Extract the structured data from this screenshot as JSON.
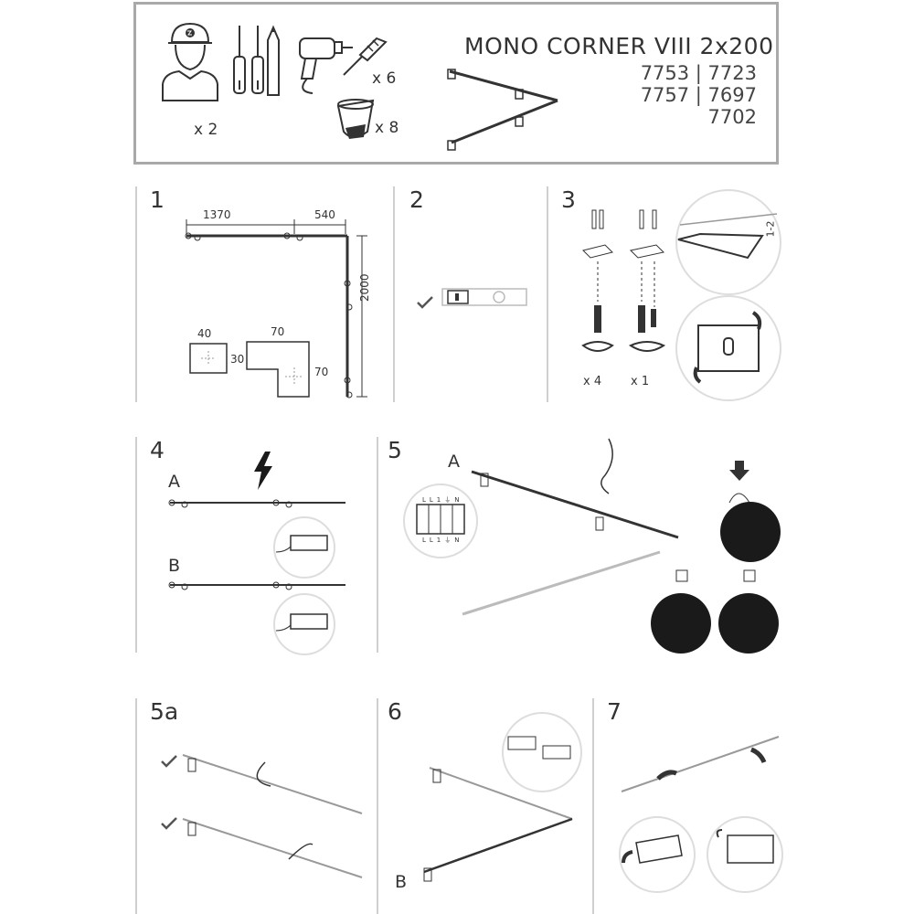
{
  "header": {
    "product_title": "MONO CORNER VIII 2x200",
    "product_codes": [
      "7753 | 7723",
      "7757 | 7697",
      "7702"
    ],
    "installer_count": "x 2",
    "wall_plug_count": "x 6",
    "bulb_count": "x 8"
  },
  "steps": {
    "s1": {
      "label": "1",
      "dim_a": "1370",
      "dim_b": "540",
      "dim_height": "2000",
      "detail_w1": "40",
      "detail_h1": "30",
      "detail_w2": "70",
      "detail_h2": "70"
    },
    "s2": {
      "label": "2"
    },
    "s3": {
      "label": "3",
      "count_a": "x 4",
      "count_b": "x 1",
      "gap_label": "1-2"
    },
    "s4": {
      "label": "4",
      "variant_a": "A",
      "variant_b": "B"
    },
    "s5": {
      "label": "5",
      "variant_a": "A",
      "terminals_top": [
        "L",
        "L1",
        "⏚",
        "N"
      ],
      "terminals_bottom": [
        "L",
        "L1",
        "⏚",
        "N"
      ]
    },
    "s5a": {
      "label": "5a"
    },
    "s6": {
      "label": "6",
      "variant_b": "B"
    },
    "s7": {
      "label": "7"
    }
  },
  "colors": {
    "frame": "#a9a9a9",
    "divider": "#cfcfcf",
    "ink": "#333333",
    "dark_disc": "#1a1a1a"
  }
}
